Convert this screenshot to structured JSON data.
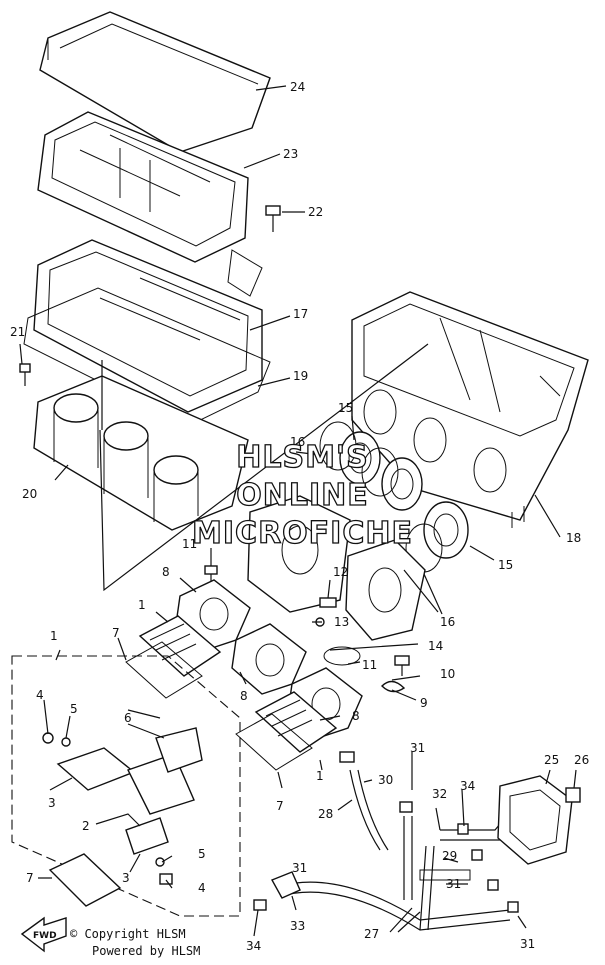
{
  "watermark": {
    "line1": "HLSM'S",
    "line2": "ONLINE",
    "line3": "MICROFICHE"
  },
  "footer": {
    "copyright": "© Copyright HLSM",
    "powered": "Powered by HLSM"
  },
  "fwd_label": "FWD",
  "callouts": [
    "24",
    "23",
    "22",
    "17",
    "19",
    "21",
    "20",
    "15",
    "16",
    "18",
    "15",
    "16",
    "11",
    "8",
    "12",
    "13",
    "14",
    "10",
    "11",
    "9",
    "8",
    "1",
    "7",
    "1",
    "4",
    "5",
    "6",
    "3",
    "2",
    "5",
    "3",
    "4",
    "7",
    "8",
    "1",
    "7",
    "31",
    "30",
    "32",
    "34",
    "25",
    "26",
    "28",
    "29",
    "31",
    "27",
    "31",
    "33",
    "34",
    "31"
  ]
}
